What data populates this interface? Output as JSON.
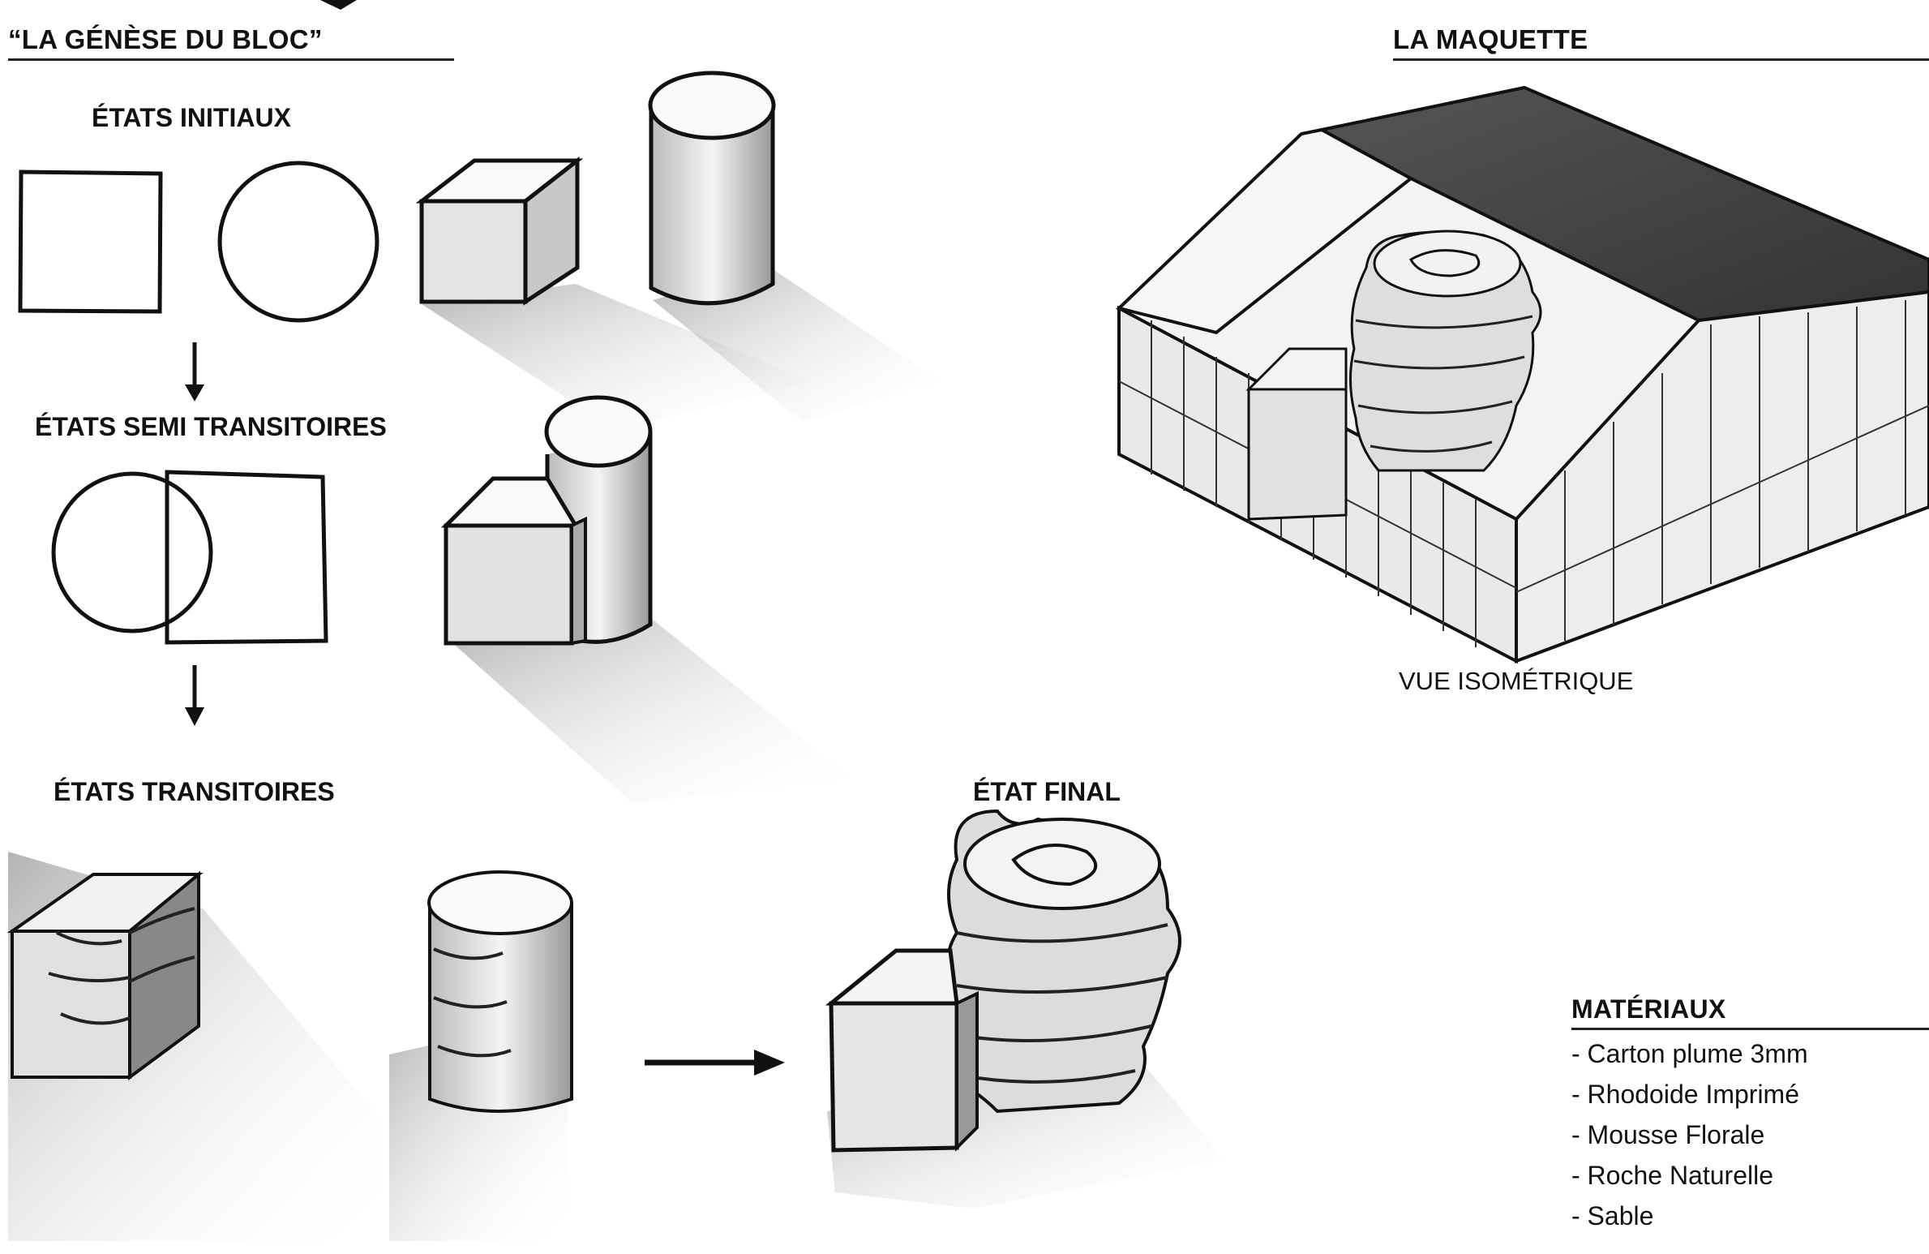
{
  "left_section": {
    "title": "“LA GÉNÈSE DU BLOC”",
    "states": {
      "initial": "ÉTATS INITIAUX",
      "semi_transitory": "ÉTATS SEMI TRANSITOIRES",
      "transitory": "ÉTATS TRANSITOIRES",
      "final": "ÉTAT FINAL"
    }
  },
  "right_section": {
    "title": "LA MAQUETTE",
    "caption": "VUE ISOMÉTRIQUE"
  },
  "materials": {
    "title": "MATÉRIAUX",
    "items": [
      "- Carton plume 3mm",
      "- Rhodoide Imprimé",
      "- Mousse Florale",
      "- Roche Naturelle",
      "- Sable"
    ]
  },
  "icons": {
    "arrows": [
      "arrow-down-icon",
      "arrow-down-icon",
      "arrow-right-icon"
    ]
  }
}
